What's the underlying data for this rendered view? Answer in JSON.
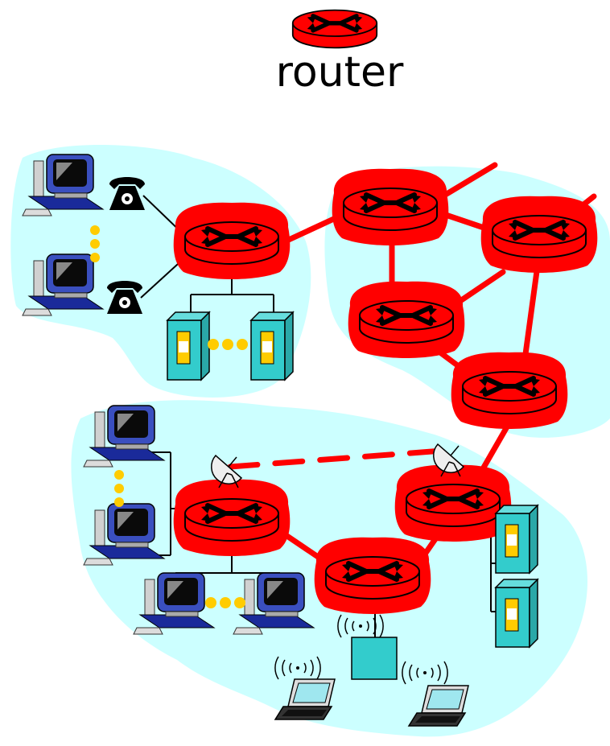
{
  "legend": {
    "label": "router",
    "icon": "router-icon"
  },
  "colors": {
    "region_fill": "#ccffff",
    "router_fill": "#ff0000",
    "link_color": "#ff0000",
    "device_fill": "#33cccc",
    "panel_yellow": "#ffcc00",
    "dots": "#ffcc00"
  },
  "regions": [
    {
      "name": "home-network-region",
      "icons": [
        "desktop-computer-icon",
        "telephone-icon",
        "server-icon"
      ]
    },
    {
      "name": "isp-network-region",
      "icons": [
        "router-icon"
      ]
    },
    {
      "name": "institutional-network-region",
      "icons": [
        "desktop-computer-icon",
        "satellite-dish-icon",
        "server-icon",
        "wireless-access-point-icon",
        "laptop-icon"
      ]
    }
  ]
}
